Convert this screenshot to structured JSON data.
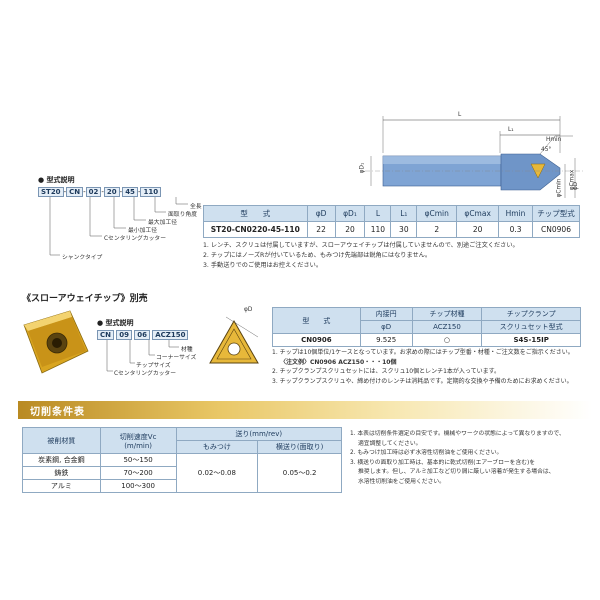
{
  "model_desc": {
    "heading": "型式説明",
    "parts": [
      "ST20",
      "CN",
      "02",
      "20",
      "45",
      "110"
    ],
    "labels": [
      "全長",
      "面取り角度",
      "最大加工径",
      "最小加工径",
      "Cセンタリングカッター",
      "シャンクタイプ"
    ]
  },
  "dims": {
    "L": "L",
    "L1": "L₁",
    "Hmin": "Hmin",
    "angle": "45°",
    "D1": "φD₁",
    "Cmin": "φCmin",
    "Cmax": "φCmax",
    "D": "φD"
  },
  "main_table": {
    "headers": [
      "型　　式",
      "φD",
      "φD₁",
      "L",
      "L₁",
      "φCmin",
      "φCmax",
      "Hmin",
      "チップ型式"
    ],
    "row": [
      "ST20-CN0220-45-110",
      "22",
      "20",
      "110",
      "30",
      "2",
      "20",
      "0.3",
      "CN0906"
    ]
  },
  "notes1": [
    "1. レンチ、スクリュは付属していますが、スローアウェイチップは付属していませんので、別途ご注文ください。",
    "2. チップにはノーズRが付いているため、もみつけ先端部は鋭角にはなりません。",
    "3. 手動送りでのご使用はお控えください。"
  ],
  "chip_section": {
    "heading": "《スローアウェイチップ》別売",
    "desc_heading": "型式説明",
    "parts": [
      "CN",
      "09",
      "06",
      "ACZ150"
    ],
    "labels": [
      "材種",
      "コーナーサイズ",
      "チップサイズ",
      "Cセンタリングカッター"
    ],
    "dim": "φD"
  },
  "chip_table": {
    "h_model": "型　　式",
    "h_d1": "内接円",
    "h_d2": "φD",
    "h_mat1": "チップ材種",
    "h_mat2": "ACZ150",
    "h_clamp1": "チップクランプ",
    "h_clamp2": "スクリュセット型式",
    "row": [
      "CN0906",
      "9.525",
      "○",
      "S4S-15IP"
    ]
  },
  "notes2": [
    "1. チップは10個単位/1ケースとなっています。お求めの際にはチップ型番・材種・ご注文数をご指示ください。",
    "〈注文例〉CN0906 ACZ150・・・10個",
    "2. チップクランプスクリュセットには、スクリュ10個とレンチ1本が入っています。",
    "3. チップクランプスクリュや、締め付けのレンチは消耗品です。定期的な交換や予備のためにお求めください。"
  ],
  "cut_section": {
    "title": "切削条件表"
  },
  "cut_table": {
    "h_material": "被削材質",
    "h_speed1": "切削速度Vc",
    "h_speed2": "(m/min)",
    "h_feed": "送り(mm/rev)",
    "h_feed_a": "もみつけ",
    "h_feed_b": "横送り(面取り)",
    "rows": [
      {
        "material": "炭素鋼, 合金鋼",
        "speed": "50～150"
      },
      {
        "material": "鋳鉄",
        "speed": "70～200"
      },
      {
        "material": "アルミ",
        "speed": "100～300"
      }
    ],
    "feed_a": "0.02～0.08",
    "feed_b": "0.05～0.2"
  },
  "notes3": [
    "1. 本表は切削条件選定の目安です。機械やワークの状態によって異なりますので、",
    "適宜調整してください。",
    "2. もみつけ加工時は必ず水溶性切削油をご使用ください。",
    "3. 横送りの面取り加工時は、基本的に乾式切削(エアーブローを含む)を",
    "推奨します。但し、アルミ加工など切り屑に厳しい溶着が発生する場合は、",
    "水溶性切削油をご使用ください。"
  ],
  "colors": {
    "shank": "#7fa4d4",
    "insert_gold": "#d9a520",
    "band_gold": "#c89a2e",
    "header_blue": "#cfe0ef"
  }
}
